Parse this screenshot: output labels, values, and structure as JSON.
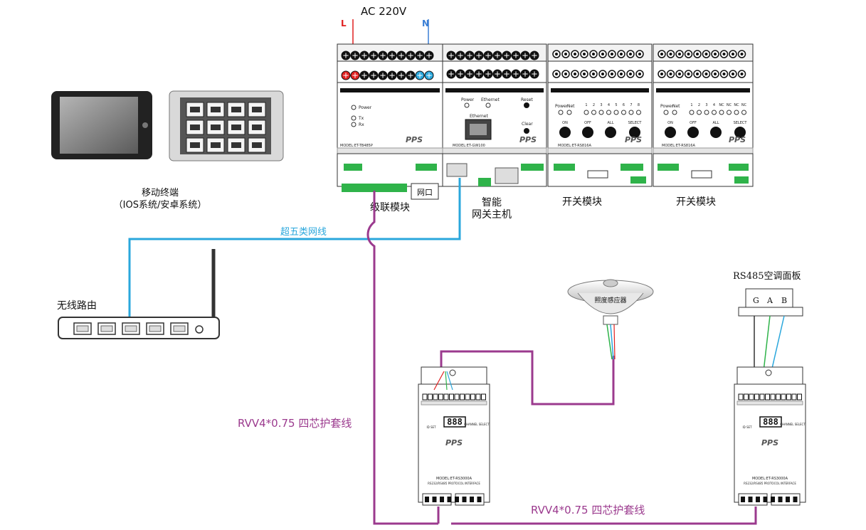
{
  "power": {
    "title": "AC 220V",
    "l": "L",
    "n": "N"
  },
  "labels": {
    "mobile": "移动终端",
    "mobile_sub": "（IOS系统/安卓系统）",
    "cascade": "级联模块",
    "netport": "网口",
    "gateway_line1": "智能",
    "gateway_line2": "网关主机",
    "switch1": "开关模块",
    "switch2": "开关模块",
    "cat5": "超五类网线",
    "router": "无线路由",
    "light_sensor": "照度感应器",
    "ac_panel": "RS485空调面板",
    "cable_left": "RVV4*0.75 四芯护套线",
    "cable_bottom": "RVV4*0.75 四芯护套线"
  },
  "ac_panel_pins": [
    "G",
    "A",
    "B"
  ],
  "modules": {
    "cascade": {
      "leds": [
        "Power",
        "Tx",
        "Rx"
      ],
      "model": "MODEL:ET-TB485P",
      "brand": "PPS"
    },
    "gateway": {
      "leds": [
        "Power",
        "Ethernet"
      ],
      "buttons": [
        "Reset",
        "Clear"
      ],
      "port": "Ethernet",
      "model": "MODEL:ET-GW100",
      "brand": "PPS"
    },
    "switch1": {
      "leds": [
        "Power",
        "Net"
      ],
      "channels": [
        "1",
        "2",
        "3",
        "4",
        "5",
        "6",
        "7",
        "8"
      ],
      "buttons": [
        "ON",
        "OFF",
        "ALL",
        "SELECT"
      ],
      "model": "MODEL:ET-RS816A",
      "brand": "PPS"
    },
    "switch2": {
      "leds": [
        "Power",
        "Net"
      ],
      "channels": [
        "1",
        "2",
        "3",
        "4",
        "NC",
        "NC",
        "NC",
        "NC"
      ],
      "buttons": [
        "ON",
        "OFF",
        "ALL",
        "SELECT"
      ],
      "model": "MODEL:ET-RS816A",
      "brand": "PPS"
    }
  },
  "interface": {
    "model": "MODEL:ET-RS3000A",
    "sub": "RS232/RS485 PROTOCOL INTERFACE",
    "brand": "PPS",
    "display": "888",
    "label_right": "CHANNEL SELECT",
    "label_left": "ID SET"
  },
  "colors": {
    "purple": "#9b3a8e",
    "blue": "#2aa7dc",
    "red": "#e02020",
    "nblue": "#3a7fd5",
    "green": "#2fb34a"
  }
}
